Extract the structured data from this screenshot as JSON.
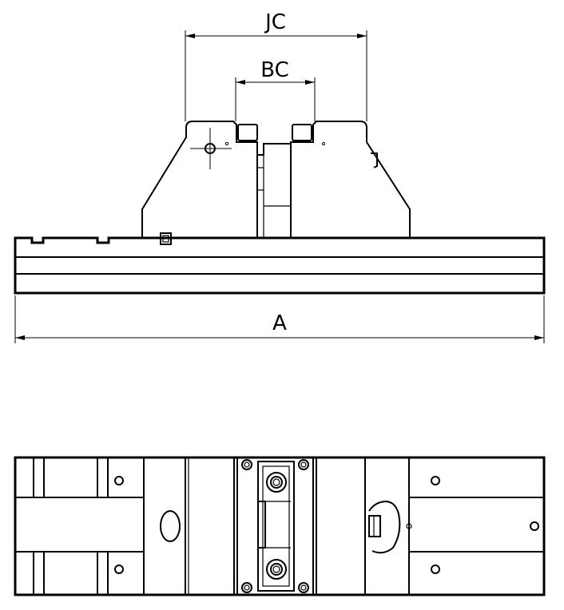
{
  "dimensions": {
    "jc": "JC",
    "bc": "BC",
    "a": "A"
  },
  "colors": {
    "line": "#000000",
    "background": "#ffffff"
  }
}
